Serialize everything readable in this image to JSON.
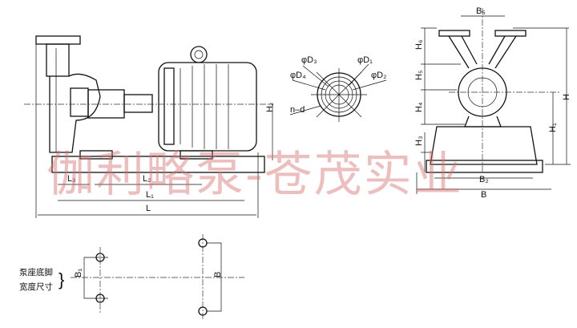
{
  "side_view": {
    "dims": {
      "L3": "L₃",
      "L2": "L₂",
      "L1": "L₁",
      "L": "L",
      "H2": "H₂"
    }
  },
  "end_view": {
    "dims": {
      "B5": "B₅",
      "H6": "H₆",
      "H5": "H₅",
      "H4": "H₄",
      "H3": "H₃",
      "H": "H",
      "H1": "H₁",
      "B2": "B₂",
      "B": "B"
    }
  },
  "flange_view": {
    "labels": {
      "D3": "φD₃",
      "D1": "φD₁",
      "D4": "φD₄",
      "D2": "φD₂",
      "nd": "n–d"
    }
  },
  "foot_view": {
    "B1": "B₁",
    "B": "B",
    "note_line1": "泵座底脚",
    "note_line2": "宽度尺寸"
  },
  "watermark": "伽利略泵-苍茂实业"
}
